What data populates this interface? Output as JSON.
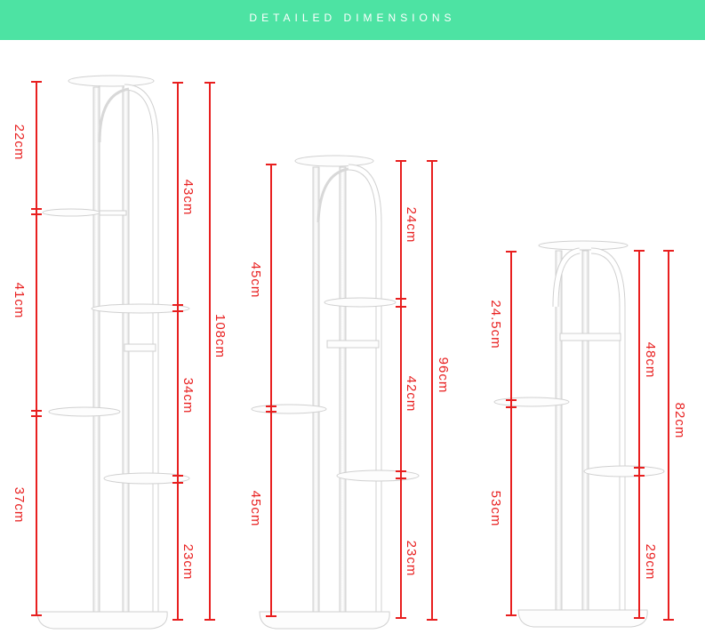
{
  "header": {
    "title": "DETAILED DIMENSIONS"
  },
  "colors": {
    "banner": "#4de3a3",
    "dimension": "#e81f1f",
    "rack": "#ffffff",
    "rack_edge": "#d7d7d7"
  },
  "dimensions": {
    "tall": {
      "left": [
        "22cm",
        "41cm",
        "37cm"
      ],
      "mid": [
        "43cm",
        "34cm",
        "23cm"
      ],
      "total": "108cm"
    },
    "medium": {
      "left": [
        "45cm",
        "45cm"
      ],
      "mid": [
        "24cm",
        "42cm",
        "23cm"
      ],
      "total": "96cm"
    },
    "short": {
      "left": [
        "24.5cm",
        "53cm"
      ],
      "mid": [
        "48cm",
        "29cm"
      ],
      "total": "82cm"
    }
  }
}
